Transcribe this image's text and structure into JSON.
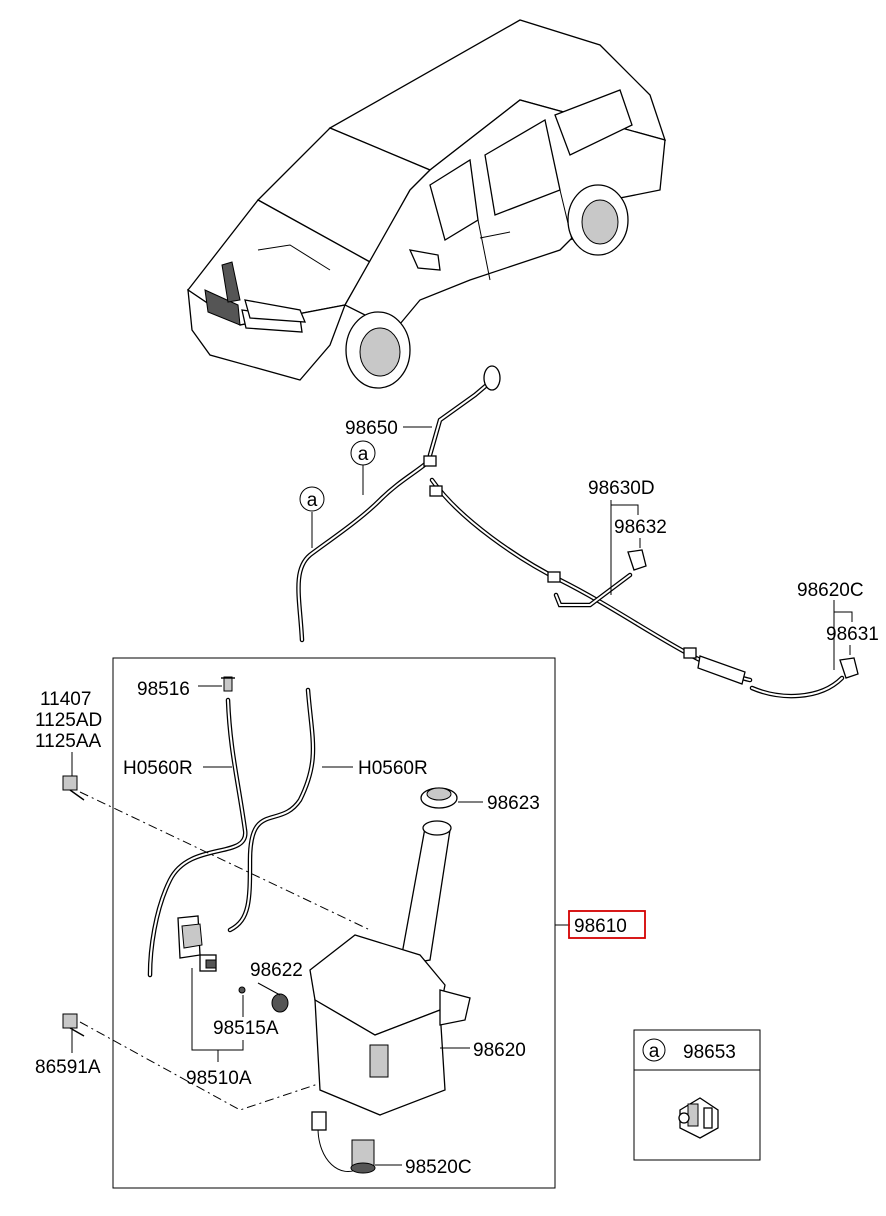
{
  "labels": {
    "hose_harness": "98650",
    "nozzle_kit_rear": "98630D",
    "nozzle_rear": "98632",
    "nozzle_kit_front": "98620C",
    "nozzle_front": "98631",
    "breather": "98516",
    "bolt_1": "11407",
    "bolt_2": "1125AD",
    "bolt_3": "1125AA",
    "hose_left": "H0560R",
    "hose_right": "H0560R",
    "cap": "98623",
    "reservoir_assy": "98610",
    "grommet": "98622",
    "valve": "98515A",
    "pump": "98510A",
    "reservoir": "98620",
    "bolt_bottom": "86591A",
    "motor": "98520C",
    "clip": "98653"
  },
  "callouts": {
    "a1": "a",
    "a2": "a",
    "legend_marker": "a"
  },
  "highlight_color": "#d40000"
}
